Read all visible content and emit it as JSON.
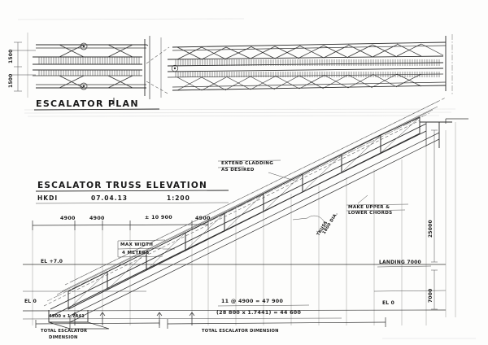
{
  "drawing": {
    "sheet_background": "#fdfdfc",
    "ink_color": "#222222",
    "medium": "hand-drawn pencil sketch, scanned"
  },
  "plan": {
    "title": "ESCALATOR PLAN",
    "left_vertical_dim_top": "1500",
    "left_vertical_dim_bottom": "1500"
  },
  "elevation": {
    "title": "ESCALATOR TRUSS ELEVATION",
    "project_code": "HKDI",
    "date": "07.04.13",
    "scale": "1:200",
    "notes": {
      "extend_cladding": "EXTEND CLADDING",
      "as_desired": "AS DESIRED",
      "make_upper": "MAKE UPPER &",
      "lower_chords": "LOWER CHORDS",
      "max_width": "MAX WIDTH",
      "four_meters": "4 METERS",
      "truss_size": "1800 DIA.",
      "truss_size_2": "TRUSS"
    },
    "top_dimensions": [
      "4900",
      "4900",
      "± 10 900",
      "4900"
    ],
    "levels": {
      "upper": "EL +7.0",
      "lower_left": "EL 0",
      "lower_right": "EL 0"
    },
    "right_dimensions": {
      "overall_height": "25000",
      "landing_note": "LANDING 7000",
      "landing_vertical": "7000"
    },
    "bottom_calcs": {
      "line1": "11 @ 4900 = 47 900",
      "line2": "(28 800 x 1.7441) = 44 600"
    },
    "bottom_labels": {
      "total_escalator_left_1": "TOTAL ESCALATOR",
      "total_escalator_left_2": "DIMENSION",
      "total_escalator_dimension": "TOTAL ESCALATOR DIMENSION",
      "left_small_dim": "4900 x 1.7441"
    }
  }
}
